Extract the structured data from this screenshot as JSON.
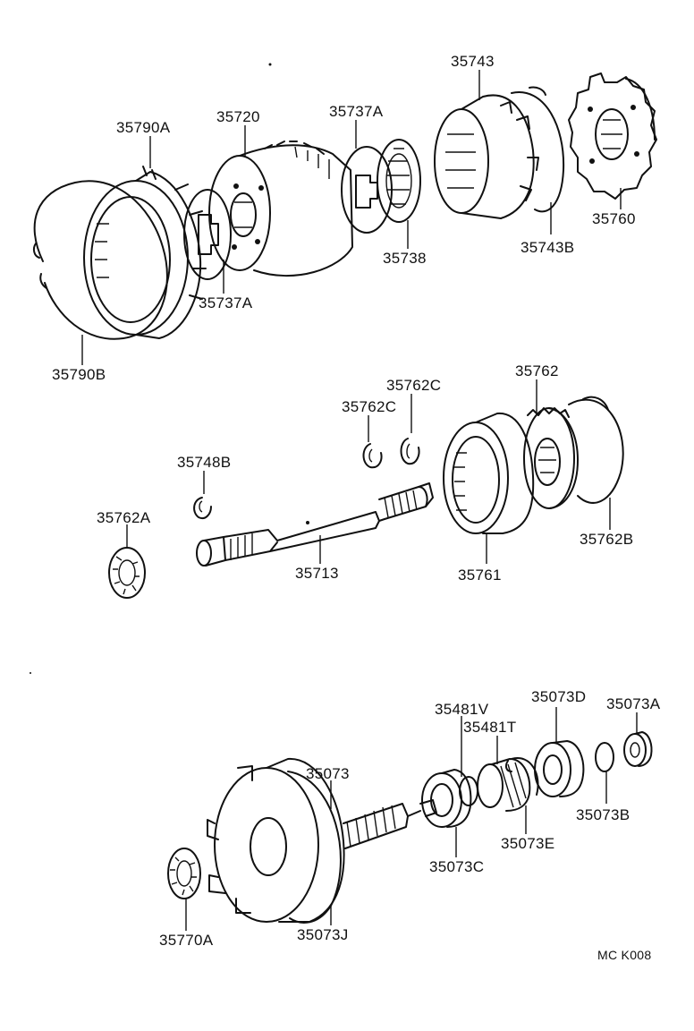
{
  "diagram_code": "MC K008",
  "labels": {
    "p35743": "35743",
    "p35790A": "35790A",
    "p35720": "35720",
    "p35737A_top": "35737A",
    "p35737A_bottom": "35737A",
    "p35738": "35738",
    "p35743B": "35743B",
    "p35760": "35760",
    "p35790B": "35790B",
    "p35762": "35762",
    "p35762C_a": "35762C",
    "p35762C_b": "35762C",
    "p35748B": "35748B",
    "p35762A": "35762A",
    "p35713": "35713",
    "p35761": "35761",
    "p35762B": "35762B",
    "p35073D": "35073D",
    "p35073A": "35073A",
    "p35481V": "35481V",
    "p35481T": "35481T",
    "p35073": "35073",
    "p35073B": "35073B",
    "p35073E": "35073E",
    "p35073C": "35073C",
    "p35770A": "35770A",
    "p35073J": "35073J"
  }
}
